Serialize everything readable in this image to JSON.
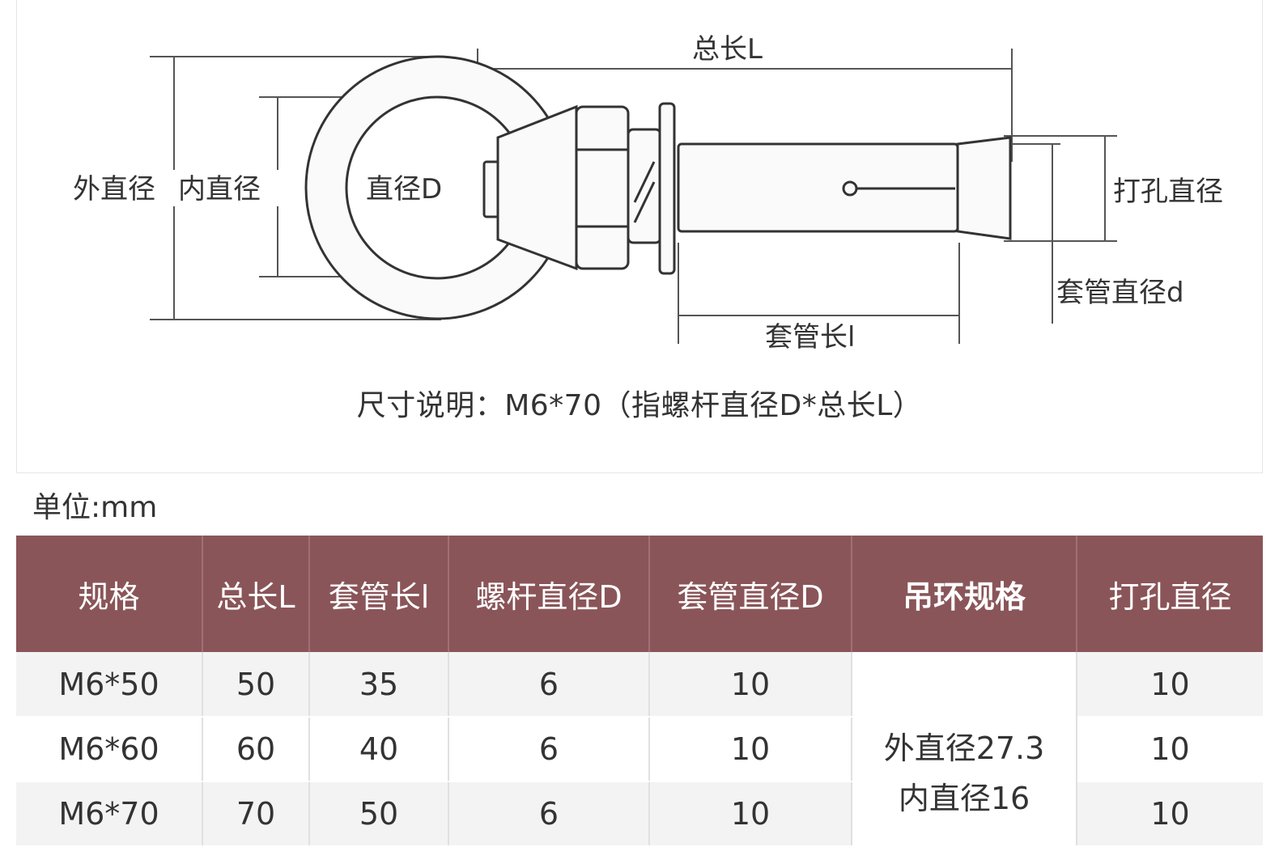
{
  "diagram": {
    "labels": {
      "total_length": "总长L",
      "outer_diameter": "外直径",
      "inner_diameter": "内直径",
      "diameter_D": "直径D",
      "drill_diameter": "打孔直径",
      "sleeve_diameter": "套管直径d",
      "sleeve_length": "套管长l"
    },
    "caption": "尺寸说明：M6*70（指螺杆直径D*总长L）"
  },
  "unit_label": "单位:mm",
  "table": {
    "headers": [
      "规格",
      "总长L",
      "套管长l",
      "螺杆直径D",
      "套管直径D",
      "吊环规格",
      "打孔直径"
    ],
    "rows": [
      [
        "M6*50",
        "50",
        "35",
        "6",
        "10",
        "10"
      ],
      [
        "M6*60",
        "60",
        "40",
        "6",
        "10",
        "10"
      ],
      [
        "M6*70",
        "70",
        "50",
        "6",
        "10",
        "10"
      ]
    ],
    "ring_spec": [
      "外直径27.3",
      "内直径16"
    ]
  },
  "colors": {
    "header_bg": "#8a5559",
    "row_alt_bg": "#f3f3f3"
  }
}
